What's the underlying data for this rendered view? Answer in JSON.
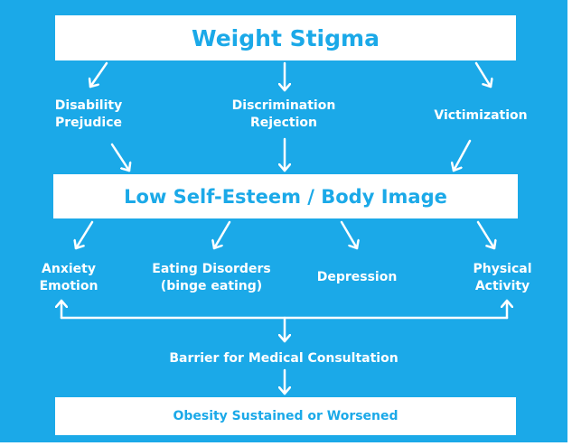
{
  "colors": {
    "background": "#1ba9e8",
    "box": "#ffffff",
    "box_text": "#1ba9e8",
    "label_text": "#ffffff"
  },
  "top_box": "Weight Stigma",
  "row1": {
    "disability": [
      "Disability",
      "Prejudice"
    ],
    "discrimination": [
      "Discrimination",
      "Rejection"
    ],
    "victimization": [
      "Victimization"
    ]
  },
  "middle_box": "Low Self-Esteem / Body Image",
  "row2": {
    "anxiety": [
      "Anxiety",
      "Emotion"
    ],
    "eating": [
      "Eating Disorders",
      "(binge eating)"
    ],
    "depression": [
      "Depression"
    ],
    "physical": [
      "Physical",
      "Activity"
    ]
  },
  "barrier": "Barrier for Medical Consultation",
  "bottom_box": "Obesity Sustained or Worsened"
}
